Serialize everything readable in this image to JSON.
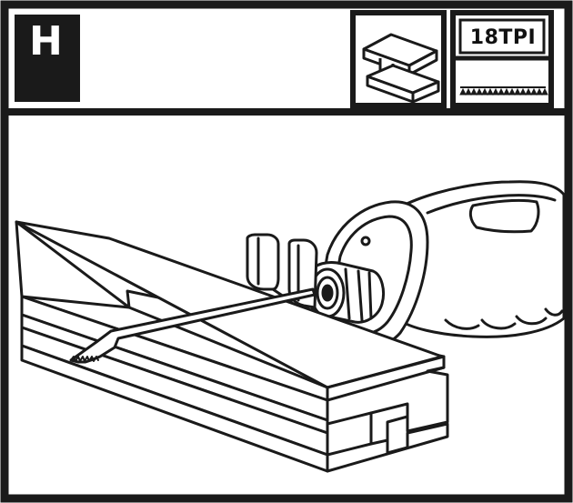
{
  "header": {
    "step_letter": "H",
    "icons": [
      {
        "name": "h-profile-material-icon"
      },
      {
        "name": "blade-teeth-icon",
        "label": "18TPI"
      }
    ]
  },
  "illustration": {
    "subject": "reciprocating-saw-cutting-h-profile",
    "ink_color": "#1a1a1a",
    "fill_color": "#ffffff"
  }
}
